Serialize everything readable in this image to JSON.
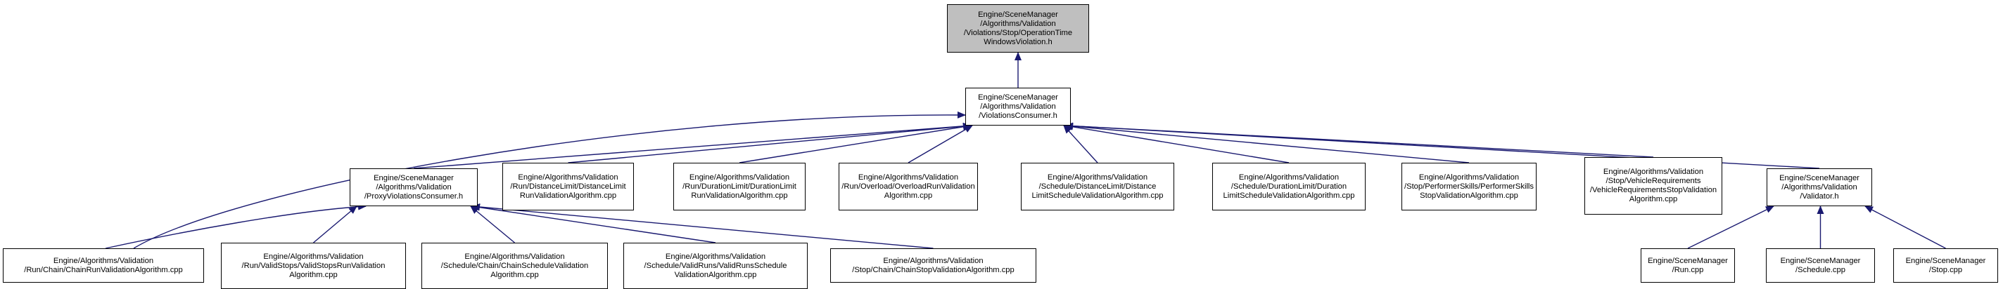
{
  "nodes": [
    {
      "id": "root",
      "label": "Engine/SceneManager\n/Algorithms/Validation\n/Violations/Stop/OperationTime\nWindowsViolation.h",
      "highlighted": true
    },
    {
      "id": "vc",
      "label": "Engine/SceneManager\n/Algorithms/Validation\n/ViolationsConsumer.h"
    },
    {
      "id": "pvc",
      "label": "Engine/SceneManager\n/Algorithms/Validation\n/ProxyViolationsConsumer.h"
    },
    {
      "id": "dl",
      "label": "Engine/Algorithms/Validation\n/Run/DistanceLimit/DistanceLimit\nRunValidationAlgorithm.cpp"
    },
    {
      "id": "drl",
      "label": "Engine/Algorithms/Validation\n/Run/DurationLimit/DurationLimit\nRunValidationAlgorithm.cpp"
    },
    {
      "id": "ov",
      "label": "Engine/Algorithms/Validation\n/Run/Overload/OverloadRunValidation\nAlgorithm.cpp"
    },
    {
      "id": "sdl",
      "label": "Engine/Algorithms/Validation\n/Schedule/DistanceLimit/Distance\nLimitScheduleValidationAlgorithm.cpp"
    },
    {
      "id": "sdrl",
      "label": "Engine/Algorithms/Validation\n/Schedule/DurationLimit/Duration\nLimitScheduleValidationAlgorithm.cpp"
    },
    {
      "id": "ps",
      "label": "Engine/Algorithms/Validation\n/Stop/PerformerSkills/PerformerSkills\nStopValidationAlgorithm.cpp"
    },
    {
      "id": "vr",
      "label": "Engine/Algorithms/Validation\n/Stop/VehicleRequirements\n/VehicleRequirementsStopValidation\nAlgorithm.cpp"
    },
    {
      "id": "val",
      "label": "Engine/SceneManager\n/Algorithms/Validation\n/Validator.h"
    },
    {
      "id": "cr",
      "label": "Engine/Algorithms/Validation\n/Run/Chain/ChainRunValidationAlgorithm.cpp"
    },
    {
      "id": "vs",
      "label": "Engine/Algorithms/Validation\n/Run/ValidStops/ValidStopsRunValidation\nAlgorithm.cpp"
    },
    {
      "id": "cs",
      "label": "Engine/Algorithms/Validation\n/Schedule/Chain/ChainScheduleValidation\nAlgorithm.cpp"
    },
    {
      "id": "svr",
      "label": "Engine/Algorithms/Validation\n/Schedule/ValidRuns/ValidRunsSchedule\nValidationAlgorithm.cpp"
    },
    {
      "id": "csv",
      "label": "Engine/Algorithms/Validation\n/Stop/Chain/ChainStopValidationAlgorithm.cpp"
    },
    {
      "id": "run",
      "label": "Engine/SceneManager\n/Run.cpp"
    },
    {
      "id": "sch",
      "label": "Engine/SceneManager\n/Schedule.cpp"
    },
    {
      "id": "stop",
      "label": "Engine/SceneManager\n/Stop.cpp"
    }
  ],
  "edges": [
    {
      "from": "vc",
      "to": "root"
    },
    {
      "from": "pvc",
      "to": "vc"
    },
    {
      "from": "dl",
      "to": "vc"
    },
    {
      "from": "drl",
      "to": "vc"
    },
    {
      "from": "ov",
      "to": "vc"
    },
    {
      "from": "sdl",
      "to": "vc"
    },
    {
      "from": "sdrl",
      "to": "vc"
    },
    {
      "from": "ps",
      "to": "vc"
    },
    {
      "from": "vr",
      "to": "vc"
    },
    {
      "from": "val",
      "to": "vc"
    },
    {
      "from": "cr",
      "to": "vc"
    },
    {
      "from": "cr",
      "to": "pvc"
    },
    {
      "from": "vs",
      "to": "pvc"
    },
    {
      "from": "cs",
      "to": "pvc"
    },
    {
      "from": "svr",
      "to": "pvc"
    },
    {
      "from": "csv",
      "to": "pvc"
    },
    {
      "from": "run",
      "to": "val"
    },
    {
      "from": "sch",
      "to": "val"
    },
    {
      "from": "stop",
      "to": "val"
    }
  ],
  "colors": {
    "node_fill": "#ffffff",
    "highlight_fill": "#bfbfbf",
    "edge": "#191970",
    "border": "#000000"
  }
}
